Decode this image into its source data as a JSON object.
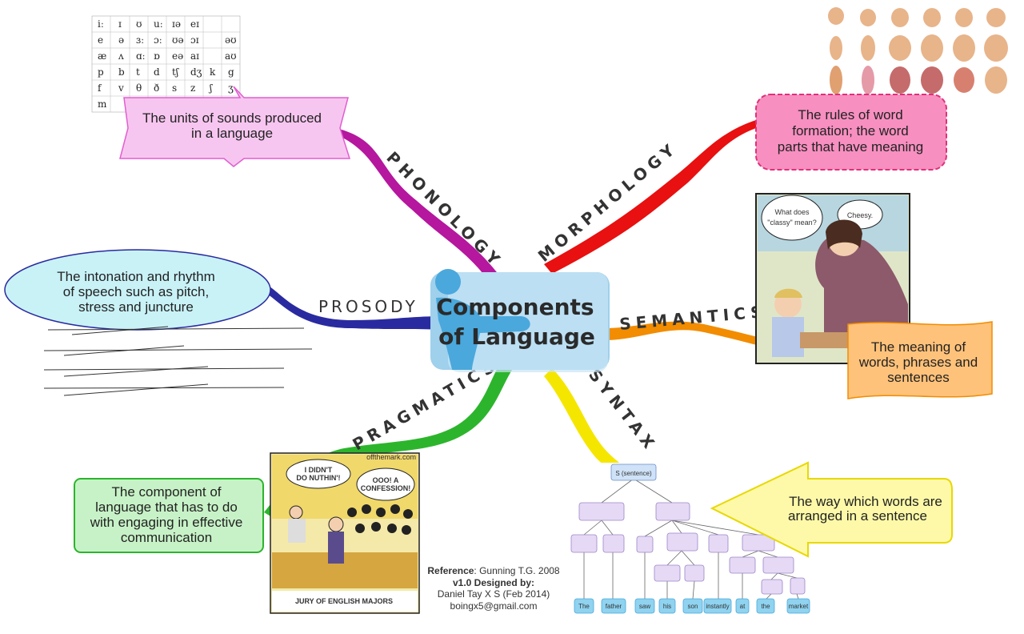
{
  "title": {
    "line1": "Components",
    "line2": "of Language"
  },
  "branches": {
    "phonology": {
      "label": "PHONOLOGY",
      "desc": [
        "The units of sounds produced",
        "in a language"
      ]
    },
    "morphology": {
      "label": "MORPHOLOGY",
      "desc": [
        "The rules of word",
        "formation; the word",
        "parts that have meaning"
      ]
    },
    "prosody": {
      "label": "PROSODY",
      "desc": [
        "The intonation and rhythm",
        "of speech such as pitch,",
        "stress and juncture"
      ]
    },
    "semantics": {
      "label": "SEMANTICS",
      "desc": [
        "The meaning of",
        "words, phrases and",
        "sentences"
      ]
    },
    "pragmatics": {
      "label": "PRAGMATICS",
      "desc": [
        "The component of",
        "language that has to do",
        "with engaging in effective",
        "communication"
      ]
    },
    "syntax": {
      "label": "SYNTAX",
      "desc": [
        "The way which words are",
        "arranged in a sentence"
      ]
    }
  },
  "comic_semantics": {
    "bubble1": [
      "What does",
      "\"classy\" mean?"
    ],
    "bubble2": "Cheesy."
  },
  "comic_pragmatics": {
    "bubble1": [
      "I DIDN'T",
      "DO NUTHIN'!"
    ],
    "bubble2": [
      "OOO! A",
      "CONFESSION!"
    ],
    "caption": "JURY OF ENGLISH MAJORS",
    "site": "offthemark.com"
  },
  "tree": {
    "root": "S (sentence)",
    "words": [
      "The",
      "father",
      "saw",
      "his",
      "son",
      "instantly",
      "at",
      "the",
      "market"
    ]
  },
  "reference": {
    "ref_label": "Reference",
    "ref_text": ": Gunning T.G. 2008",
    "designed": "v1.0 Designed by:",
    "author": "Daniel Tay X S (Feb 2014)",
    "email": "boingx5@gmail.com"
  },
  "colors": {
    "phonology": "#b5179e",
    "morphology": "#e81010",
    "prosody": "#2a2aa0",
    "semantics": "#f28c00",
    "pragmatics": "#2cb52c",
    "syntax": "#f5e600"
  }
}
